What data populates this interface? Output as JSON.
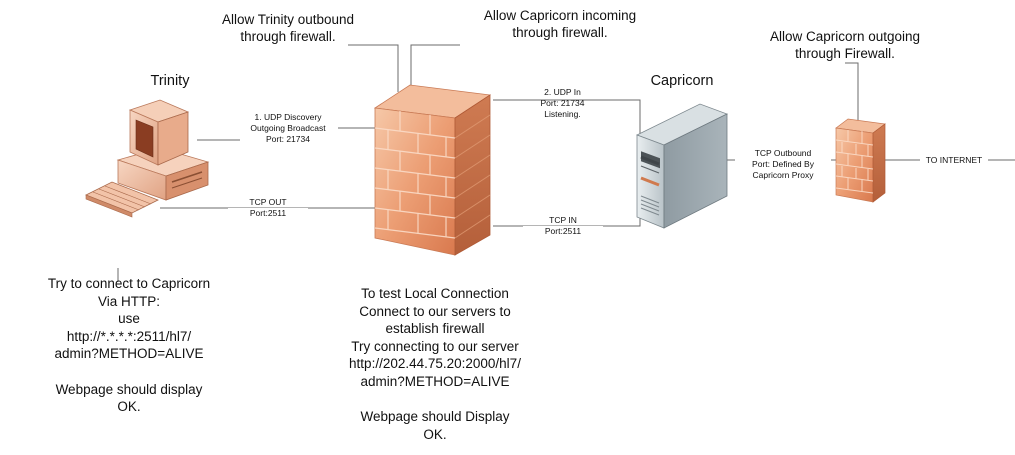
{
  "labels": {
    "allow_trinity": [
      "Allow Trinity outbound",
      "through firewall."
    ],
    "allow_capricorn_in": [
      "Allow Capricorn incoming",
      "through firewall."
    ],
    "allow_capricorn_out": [
      "Allow Capricorn outgoing",
      "through Firewall."
    ],
    "trinity": "Trinity",
    "capricorn": "Capricorn",
    "udp_discovery": [
      "1. UDP Discovery",
      "Outgoing Broadcast",
      "Port: 21734"
    ],
    "udp_in": [
      "2. UDP In",
      "Port: 21734",
      "Listening."
    ],
    "tcp_out": [
      "TCP OUT",
      "Port:2511"
    ],
    "tcp_in": [
      "TCP IN",
      "Port:2511"
    ],
    "tcp_outbound": [
      "TCP Outbound",
      "Port: Defined By",
      "Capricorn Proxy"
    ],
    "to_internet": "TO INTERNET"
  },
  "notes": {
    "left": [
      "Try to connect to Capricorn",
      "Via HTTP:",
      "use",
      "http://*.*.*.*:2511/hl7/",
      "admin?METHOD=ALIVE",
      "",
      "Webpage should display",
      "OK."
    ],
    "center": [
      "To test Local Connection",
      "Connect to our servers to",
      "establish firewall",
      "Try connecting to our server",
      "http://202.44.75.20:2000/hl7/",
      "admin?METHOD=ALIVE",
      "",
      "Webpage should Display",
      "OK."
    ]
  },
  "colors": {
    "brick": "#e2906a",
    "brick_light": "#f4c3a6",
    "brick_dark": "#b8663f",
    "server": "#aab4ba",
    "line": "#6b6b6b"
  }
}
